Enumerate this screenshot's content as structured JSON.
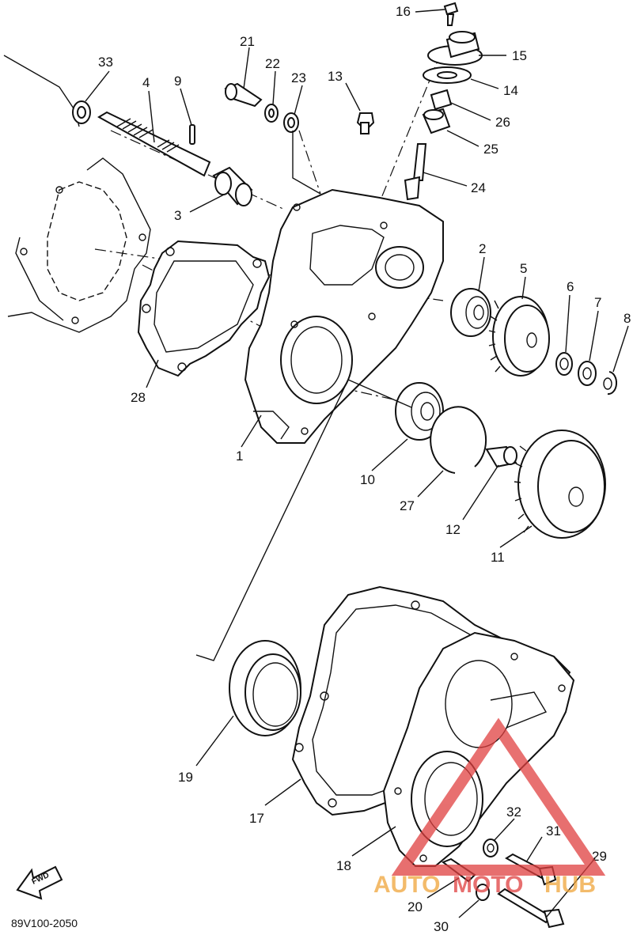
{
  "diagram": {
    "part_labels": [
      "33",
      "9",
      "4",
      "3",
      "21",
      "22",
      "23",
      "13",
      "16",
      "15",
      "14",
      "26",
      "25",
      "24",
      "2",
      "5",
      "6",
      "7",
      "8",
      "28",
      "1",
      "10",
      "27",
      "12",
      "11",
      "19",
      "17",
      "18",
      "32",
      "31",
      "29",
      "20",
      "30"
    ],
    "fwd_label": "FWD",
    "drawing_code": "89V100-2050",
    "watermark": {
      "part1": "AUTO",
      "part2": "MOTO",
      "part3": "HUB",
      "color_orange": "#f0a53a",
      "color_red": "#e04040"
    }
  }
}
